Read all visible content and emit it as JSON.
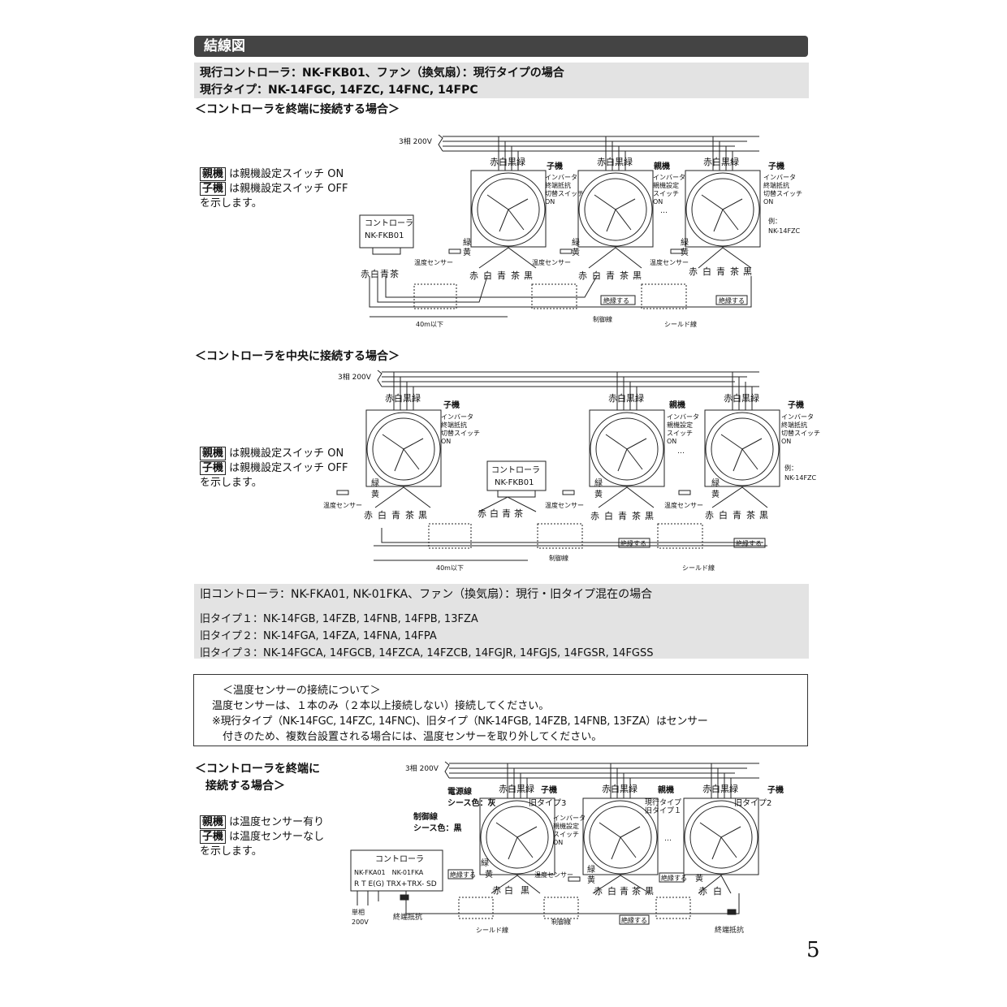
{
  "page": {
    "title": "結線図",
    "page_number": "5"
  },
  "current": {
    "line1": "現行コントローラ：NK-FKB01、ファン（換気扇）：現行タイプの場合",
    "line2": "現行タイプ：NK-14FGC, 14FZC, 14FNC, 14FPC"
  },
  "section1": {
    "heading": "＜コントローラを終端に接続する場合＞",
    "legend_parent_tag": "親機",
    "legend_parent_text": "は親機設定スイッチ ON",
    "legend_child_tag": "子機",
    "legend_child_text": "は親機設定スイッチ OFF",
    "legend_tail": "を示します。"
  },
  "section2": {
    "heading": "＜コントローラを中央に接続する場合＞",
    "legend_parent_tag": "親機",
    "legend_parent_text": "は親機設定スイッチ ON",
    "legend_child_tag": "子機",
    "legend_child_text": "は親機設定スイッチ OFF",
    "legend_tail": "を示します。"
  },
  "old": {
    "line1": "旧コントローラ：NK-FKA01, NK-01FKA、ファン（換気扇）：現行・旧タイプ混在の場合",
    "line2": "旧タイプ１：NK-14FGB, 14FZB, 14FNB, 14FPB, 13FZA",
    "line3": "旧タイプ２：NK-14FGA, 14FZA, 14FNA, 14FPA",
    "line4": "旧タイプ３：NK-14FGCA, 14FGCB, 14FZCA, 14FZCB, 14FGJR, 14FGJS, 14FGSR, 14FGSS"
  },
  "sensor_note": {
    "title": "＜温度センサーの接続について＞",
    "line1": "温度センサーは、１本のみ（２本以上接続しない）接続してください。",
    "line2": "※現行タイプ（NK-14FGC, 14FZC, 14FNC)、旧タイプ（NK-14FGB, 14FZB, 14FNB, 13FZA）はセンサー",
    "line3": "付きのため、複数台設置される場合には、温度センサーを取り外してください。"
  },
  "section3": {
    "heading_a": "＜コントローラを終端に",
    "heading_b": "接続する場合＞",
    "legend_parent_tag": "親機",
    "legend_parent_text": "は温度センサー有り",
    "legend_child_tag": "子機",
    "legend_child_text": "は温度センサーなし",
    "legend_tail": "を示します。"
  },
  "diagram_labels": {
    "power": "3相 200V",
    "red": "赤",
    "white": "白",
    "black": "黒",
    "green": "緑",
    "yellow": "黄",
    "blue": "青",
    "brown": "茶",
    "child": "子機",
    "parent": "親機",
    "inv_child": [
      "インバータ",
      "終端抵抗",
      "切替スイッチ",
      "ON"
    ],
    "inv_parent": [
      "インバータ",
      "親機設定",
      "スイッチ",
      "ON"
    ],
    "example": [
      "例：",
      "NK-14FZC"
    ],
    "controller": "コントローラ",
    "controller_model": "NK-FKB01",
    "temp_sensor": "温度センサー",
    "insulate": "絶縁する",
    "distance": "40m以下",
    "control_line": "制御線",
    "shield_line": "シールド線",
    "dots": "…",
    "power_sheath": [
      "電源線",
      "シース色：灰"
    ],
    "control_sheath": [
      "制御線",
      "シース色：黒"
    ],
    "old_type3": "旧タイプ3",
    "current_old1": [
      "現行タイプ",
      "旧タイプ１"
    ],
    "old_type2": "旧タイプ2",
    "old_controller_models": "NK-FKA01　NK-01FKA",
    "terminals": "R T E(G) TRX+TRX- SD",
    "single_phase": [
      "単相",
      "200V"
    ],
    "terminator": "終端抵抗"
  }
}
